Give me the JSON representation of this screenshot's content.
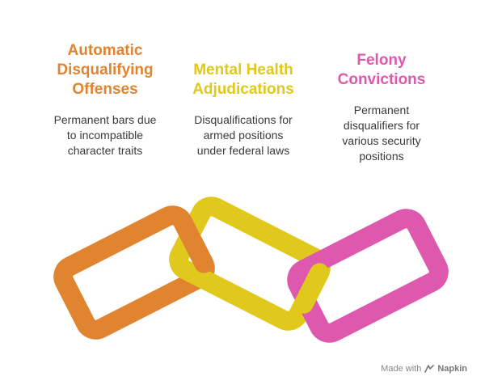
{
  "items": [
    {
      "title_line1": "Automatic",
      "title_line2": "Disqualifying",
      "title_line3": "Offenses",
      "desc_line1": "Permanent bars due",
      "desc_line2": "to incompatible",
      "desc_line3": "character traits",
      "color": "#E0842F"
    },
    {
      "title_line1": "Mental Health",
      "title_line2": "Adjudications",
      "desc_line1": "Disqualifications for",
      "desc_line2": "armed positions",
      "desc_line3": "under federal laws",
      "color": "#E0C81C"
    },
    {
      "title_line1": "Felony",
      "title_line2": "Convictions",
      "desc_line1": "Permanent",
      "desc_line2": "disqualifiers for",
      "desc_line3": "various security",
      "desc_line4": "positions",
      "color": "#DE59AE"
    }
  ],
  "watermark": {
    "prefix": "Made with",
    "brand": "Napkin",
    "icon": "napkin-logo-icon"
  }
}
